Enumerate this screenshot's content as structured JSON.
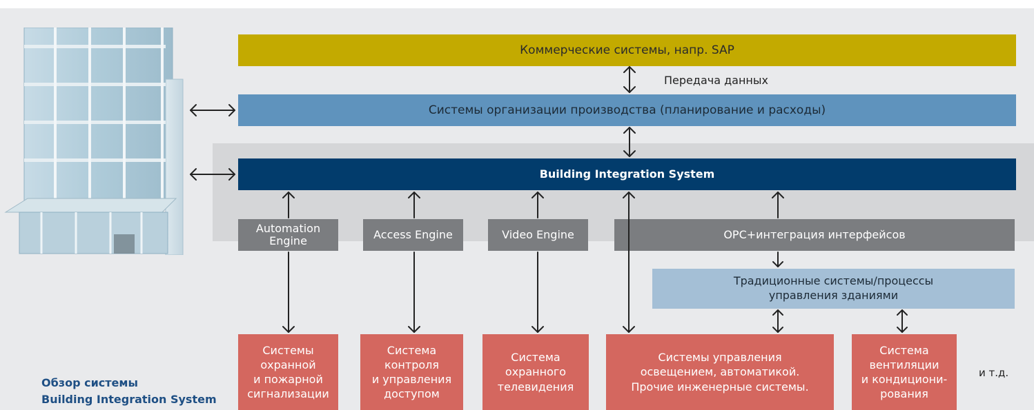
{
  "colors": {
    "commercial": "#c3aa00",
    "organization": "#5f93bd",
    "bis": "#023c6c",
    "engine": "#7b7d80",
    "traditional": "#a4bfd6",
    "subsystem": "#d4675f",
    "caption": "#1e4f84"
  },
  "layers": {
    "commercial": "Коммерческие системы, напр. SAP",
    "data_transfer": "Передача данных",
    "organization": "Системы организации производства (планирование и расходы)",
    "bis": "Building Integration System"
  },
  "engines": {
    "automation": "Automation\nEngine",
    "access": "Access Engine",
    "video": "Video Engine",
    "opc": "OPC+интеграция интерфейсов"
  },
  "traditional": "Традиционные системы/процессы\nуправления зданиями",
  "subsystems": {
    "fire_alarm": "Системы\nохранной\nи пожарной\nсигнализации",
    "access_control": "Система\nконтроля\nи управления\nдоступом",
    "cctv": "Система\nохранного\nтелевидения",
    "lighting": "Системы управления\nосвещением, автоматикой.\nПрочие инженерные системы.",
    "hvac": "Система\nвентиляции\nи кондициони-\nрования"
  },
  "etc": "и т.д.",
  "caption": {
    "line1": "Обзор системы",
    "line2": "Building Integration System"
  },
  "icons": {
    "building": "office-building-illustration",
    "arrows": "double-headed-arrow"
  }
}
